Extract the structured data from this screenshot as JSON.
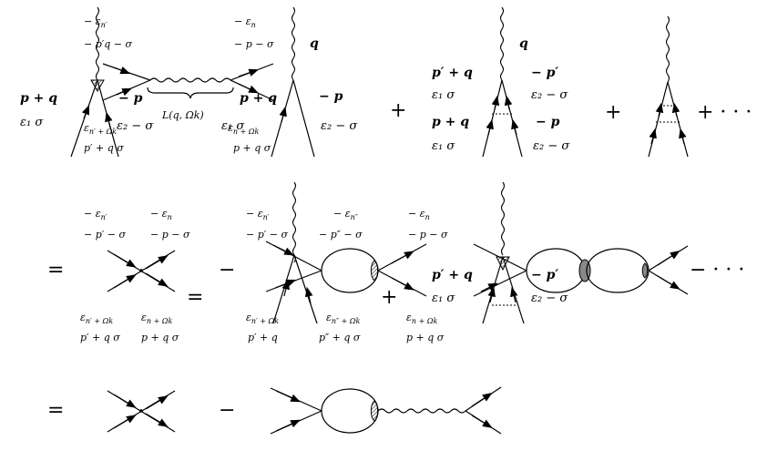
{
  "row1": {
    "diag1": {
      "eps_nprime": "− ε",
      "eps_nprime_sub": "n′",
      "p_prime_q_top": "− p′q − σ",
      "p_q_left": "p + q",
      "eps1_sigma_left": "ε₁   σ",
      "minus_p_mid": "− p",
      "eps_nprime_omega": "ε",
      "eps_nprime_omega_sub": "n′ + Ωk",
      "eps2_minus_sigma": "ε₂  − σ",
      "p_prime_q_bottom": "p′ + q   σ",
      "L_label": "L(q, Ωk)",
      "eps_n_top": "− ε",
      "eps_n_top_sub": "n",
      "minus_p_minus_sigma": "− p  − σ",
      "p_q_right": "p + q",
      "eps_n_omega": "ε",
      "eps_n_omega_sub": "n + Ωk",
      "eps1_sigma_right": "ε₁  σ",
      "q_right": "q",
      "minus_p_right": "− p",
      "eps2_minus_sigma_right": "ε₂  − σ",
      "p_q_sigma_right": "p + q   σ"
    },
    "diag2": {
      "q": "q",
      "p_prime_q": "p′ + q",
      "minus_p_prime": "− p′",
      "eps1_sigma_top": "ε₁   σ",
      "eps2_minus_sigma_top": "ε₂  − σ",
      "p_q": "p + q",
      "minus_p": "− p",
      "eps1_sigma_bottom": "ε₁   σ",
      "eps2_minus_sigma_bottom": "ε₂  − σ"
    },
    "plus1": "+",
    "plus2": "+",
    "plus_dots": "+ · · ·"
  },
  "row2": {
    "equals": "=",
    "minus": "−",
    "plus": "+",
    "equals_mid": "=",
    "minus_dots": "− · · ·",
    "left_labels": {
      "eps_nprime_top": "− ε",
      "eps_nprime_top_sub": "n′",
      "eps_n_top": "− ε",
      "eps_n_top_sub": "n",
      "minus_p_prime_sigma": "− p′  − σ",
      "minus_p_sigma": "− p  − σ",
      "eps_nprime_omega": "ε",
      "eps_nprime_omega_sub": "n′ + Ωk",
      "eps_n_omega": "ε",
      "eps_n_omega_sub": "n + Ωk",
      "p_prime_q_sigma": "p′ + q   σ",
      "p_q_sigma": "p + q   σ"
    },
    "mid_labels": {
      "eps_nprime_top": "− ε",
      "eps_nprime_top_sub": "n′",
      "eps_ndprime_top": "− ε",
      "eps_ndprime_top_sub": "n″",
      "eps_n_top": "− ε",
      "eps_n_top_sub": "n",
      "minus_p_prime": "− p′  − σ",
      "minus_p_dprime": "− p″ − σ",
      "minus_p": "− p  − σ",
      "eps_nprime_omega": "ε",
      "eps_nprime_omega_sub": "n′ + Ωk",
      "eps_ndprime_omega": "ε",
      "eps_ndprime_omega_sub": "n″ + Ωk",
      "eps_n_omega": "ε",
      "eps_n_omega_sub": "n + Ωk",
      "p_prime_q": "p′ + q",
      "p_dprime_q_sigma": "p″ + q   σ",
      "p_q_sigma": "p + q   σ"
    },
    "right_labels": {
      "p_prime_plus_q": "p′ + q",
      "eps1_sigma": "ε₁   σ",
      "minus_p_prime": "− p′",
      "eps2_minus_sigma": "ε₂  − σ"
    }
  },
  "row3": {
    "equals": "=",
    "minus": "−"
  }
}
